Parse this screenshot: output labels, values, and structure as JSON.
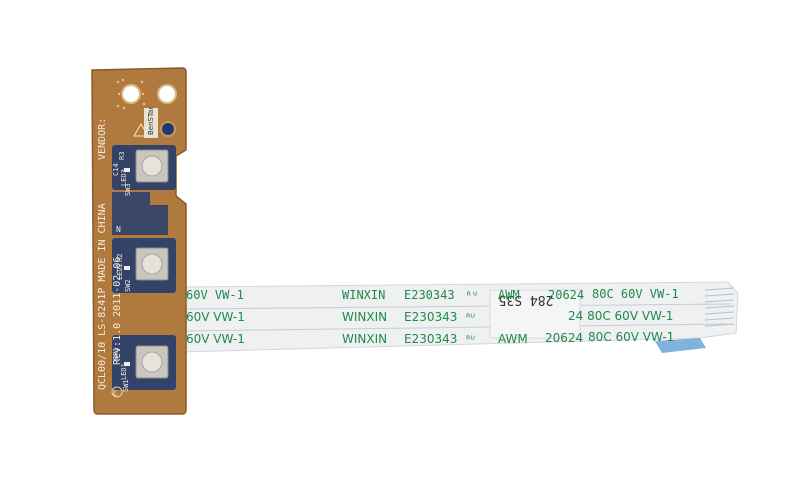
{
  "photo": {
    "subject": "laptop power button board with flat flex cable",
    "colors": {
      "background": "#ffffff",
      "pcb": "#b07a3e",
      "pcb_edge": "#8a5a2a",
      "mask_blue": "#1d3a70",
      "button_body": "#c9c5bf",
      "button_cap": "#e6e2dc",
      "cable": "#eef0f1",
      "cable_line": "#c8ced4",
      "print_green": "#1f8a4a",
      "stiffener": "#7fb2dc"
    }
  },
  "pcb": {
    "vertical_text": "QCL00/10 LS-8241P MADE IN CHINA",
    "rev_text": "Rev:1.0 2011-02-06",
    "vendor_text": "VENDOR:",
    "brand_badge": "BenSTar",
    "refs": {
      "r3": "R3",
      "cin": "C14",
      "led3": "LED3",
      "sw3": "SW3",
      "led2": "LED2",
      "sw2": "SW2",
      "r2": "R2",
      "rr1": "RR1",
      "led1": "LED1",
      "sw1": "SW1",
      "marker_top": "N",
      "marker_bottom": "C"
    }
  },
  "cable": {
    "rows": [
      {
        "left": "60V VW-1",
        "maker": "WINXIN",
        "code": "E230343",
        "ul": "ᴿᵁ",
        "awm": "AWM",
        "num": "20624",
        "rating": "80C 60V VW-1"
      },
      {
        "left": "60V VW-1",
        "maker": "WINXIN",
        "code": "E230343",
        "ul": "ᴿᵁ",
        "awm": "",
        "num": "",
        "rating": "24 80C 60V VW-1"
      },
      {
        "left": "60V VW-1",
        "maker": "WINXIN",
        "code": "E230343",
        "ul": "ᴿᵁ",
        "awm": "AWM",
        "num": "20624",
        "rating": "80C 60V VW-1"
      }
    ],
    "handwritten": "284 S35"
  }
}
